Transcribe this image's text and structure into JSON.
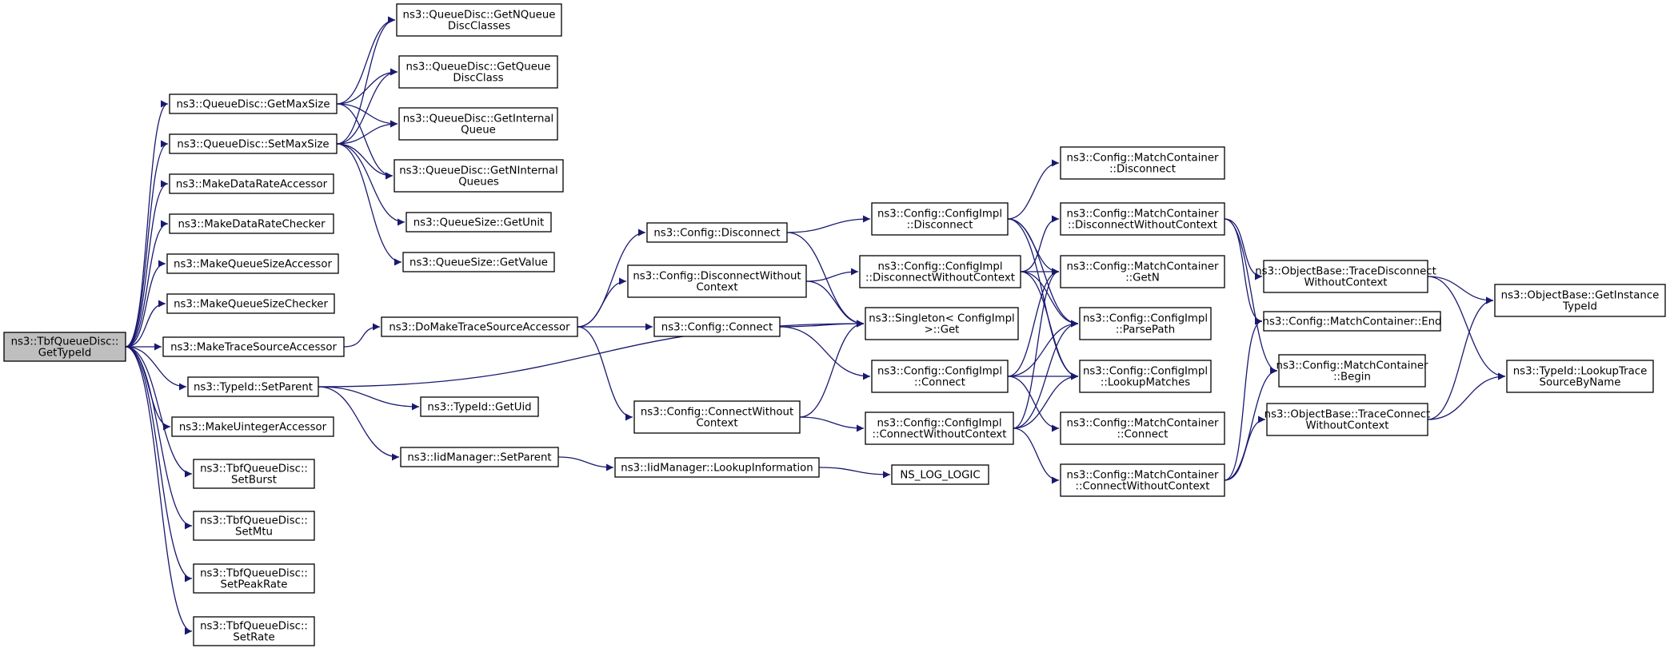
{
  "diagram": {
    "root": "ns3::TbfQueueDisc::GetTypeId",
    "edge_color": "#191970",
    "root_fill": "#bfbfbf",
    "nodes": {
      "root": [
        "ns3::TbfQueueDisc::",
        "GetTypeId"
      ],
      "qd_getmaxsize": [
        "ns3::QueueDisc::GetMaxSize"
      ],
      "qd_setmaxsize": [
        "ns3::QueueDisc::SetMaxSize"
      ],
      "make_drate_acc": [
        "ns3::MakeDataRateAccessor"
      ],
      "make_drate_chk": [
        "ns3::MakeDataRateChecker"
      ],
      "make_qsize_acc": [
        "ns3::MakeQueueSizeAccessor"
      ],
      "make_qsize_chk": [
        "ns3::MakeQueueSizeChecker"
      ],
      "make_trace_acc": [
        "ns3::MakeTraceSourceAccessor"
      ],
      "typeid_setparent": [
        "ns3::TypeId::SetParent"
      ],
      "make_uint_acc": [
        "ns3::MakeUintegerAccessor"
      ],
      "tbf_setburst": [
        "ns3::TbfQueueDisc::",
        "SetBurst"
      ],
      "tbf_setmtu": [
        "ns3::TbfQueueDisc::",
        "SetMtu"
      ],
      "tbf_setpeak": [
        "ns3::TbfQueueDisc::",
        "SetPeakRate"
      ],
      "tbf_setrate": [
        "ns3::TbfQueueDisc::",
        "SetRate"
      ],
      "qd_getnqdc": [
        "ns3::QueueDisc::GetNQueue",
        "DiscClasses"
      ],
      "qd_getqdc": [
        "ns3::QueueDisc::GetQueue",
        "DiscClass"
      ],
      "qd_getiq": [
        "ns3::QueueDisc::GetInternal",
        "Queue"
      ],
      "qd_getniq": [
        "ns3::QueueDisc::GetNInternal",
        "Queues"
      ],
      "qs_getunit": [
        "ns3::QueueSize::GetUnit"
      ],
      "qs_getvalue": [
        "ns3::QueueSize::GetValue"
      ],
      "do_make_trace": [
        "ns3::DoMakeTraceSourceAccessor"
      ],
      "typeid_getuid": [
        "ns3::TypeId::GetUid"
      ],
      "iid_setparent": [
        "ns3::IidManager::SetParent"
      ],
      "cfg_disconnect": [
        "ns3::Config::Disconnect"
      ],
      "cfg_disc_woc": [
        "ns3::Config::DisconnectWithout",
        "Context"
      ],
      "cfg_connect": [
        "ns3::Config::Connect"
      ],
      "cfg_conn_woc": [
        "ns3::Config::ConnectWithout",
        "Context"
      ],
      "iid_lookupinfo": [
        "ns3::IidManager::LookupInformation"
      ],
      "ns_log_logic": [
        "NS_LOG_LOGIC"
      ],
      "ci_disconnect": [
        "ns3::Config::ConfigImpl",
        "::Disconnect"
      ],
      "ci_disc_woc": [
        "ns3::Config::ConfigImpl",
        "::DisconnectWithoutContext"
      ],
      "singleton_get": [
        "ns3::Singleton< ConfigImpl",
        " >::Get"
      ],
      "ci_connect": [
        "ns3::Config::ConfigImpl",
        "::Connect"
      ],
      "ci_conn_woc": [
        "ns3::Config::ConfigImpl",
        "::ConnectWithoutContext"
      ],
      "mc_disconnect": [
        "ns3::Config::MatchContainer",
        "::Disconnect"
      ],
      "mc_disc_woc": [
        "ns3::Config::MatchContainer",
        "::DisconnectWithoutContext"
      ],
      "mc_getn": [
        "ns3::Config::MatchContainer",
        "::GetN"
      ],
      "ci_parsepath": [
        "ns3::Config::ConfigImpl",
        "::ParsePath"
      ],
      "ci_lookupmatches": [
        "ns3::Config::ConfigImpl",
        "::LookupMatches"
      ],
      "mc_connect": [
        "ns3::Config::MatchContainer",
        "::Connect"
      ],
      "mc_conn_woc": [
        "ns3::Config::MatchContainer",
        "::ConnectWithoutContext"
      ],
      "ob_trace_disc_woc": [
        "ns3::ObjectBase::TraceDisconnect",
        "WithoutContext"
      ],
      "mc_end": [
        "ns3::Config::MatchContainer::End"
      ],
      "mc_begin": [
        "ns3::Config::MatchContainer",
        "::Begin"
      ],
      "ob_trace_conn_woc": [
        "ns3::ObjectBase::TraceConnect",
        "WithoutContext"
      ],
      "ob_getinstancetypeid": [
        "ns3::ObjectBase::GetInstance",
        "TypeId"
      ],
      "typeid_lookuptrace": [
        "ns3::TypeId::LookupTrace",
        "SourceByName"
      ]
    }
  }
}
